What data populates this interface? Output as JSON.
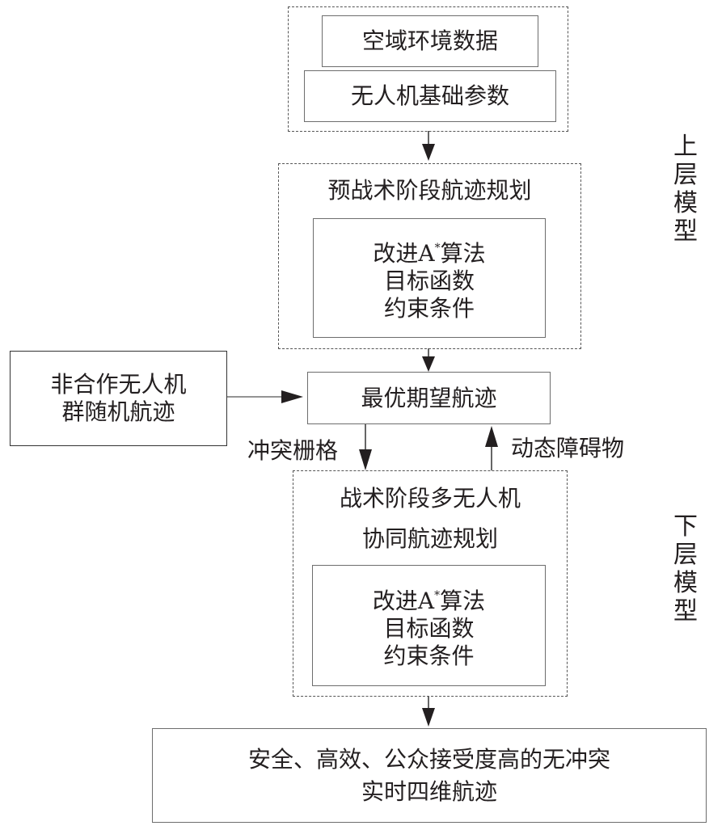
{
  "diagram": {
    "input_group": {
      "items": [
        "空域环境数据",
        "无人机基础参数"
      ]
    },
    "pre_tactical": {
      "title": "预战术阶段航迹规划",
      "method_lines": {
        "line1_prefix": "改进A",
        "line1_sup": "*",
        "line1_suffix": "算法",
        "line2": "目标函数",
        "line3": "约束条件"
      }
    },
    "non_cooperative": {
      "lines": [
        "非合作无人机",
        "群随机航迹"
      ]
    },
    "optimal_trajectory": "最优期望航迹",
    "edge_labels": {
      "down": "冲突栅格",
      "up": "动态障碍物"
    },
    "tactical": {
      "title_lines": [
        "战术阶段多无人机",
        "协同航迹规划"
      ],
      "method_lines": {
        "line1_prefix": "改进A",
        "line1_sup": "*",
        "line1_suffix": "算法",
        "line2": "目标函数",
        "line3": "约束条件"
      }
    },
    "output": {
      "lines": [
        "安全、高效、公众接受度高的无冲突",
        "实时四维航迹"
      ]
    },
    "side_labels": {
      "upper": [
        "上",
        "层",
        "模",
        "型"
      ],
      "lower": [
        "下",
        "层",
        "模",
        "型"
      ]
    }
  }
}
